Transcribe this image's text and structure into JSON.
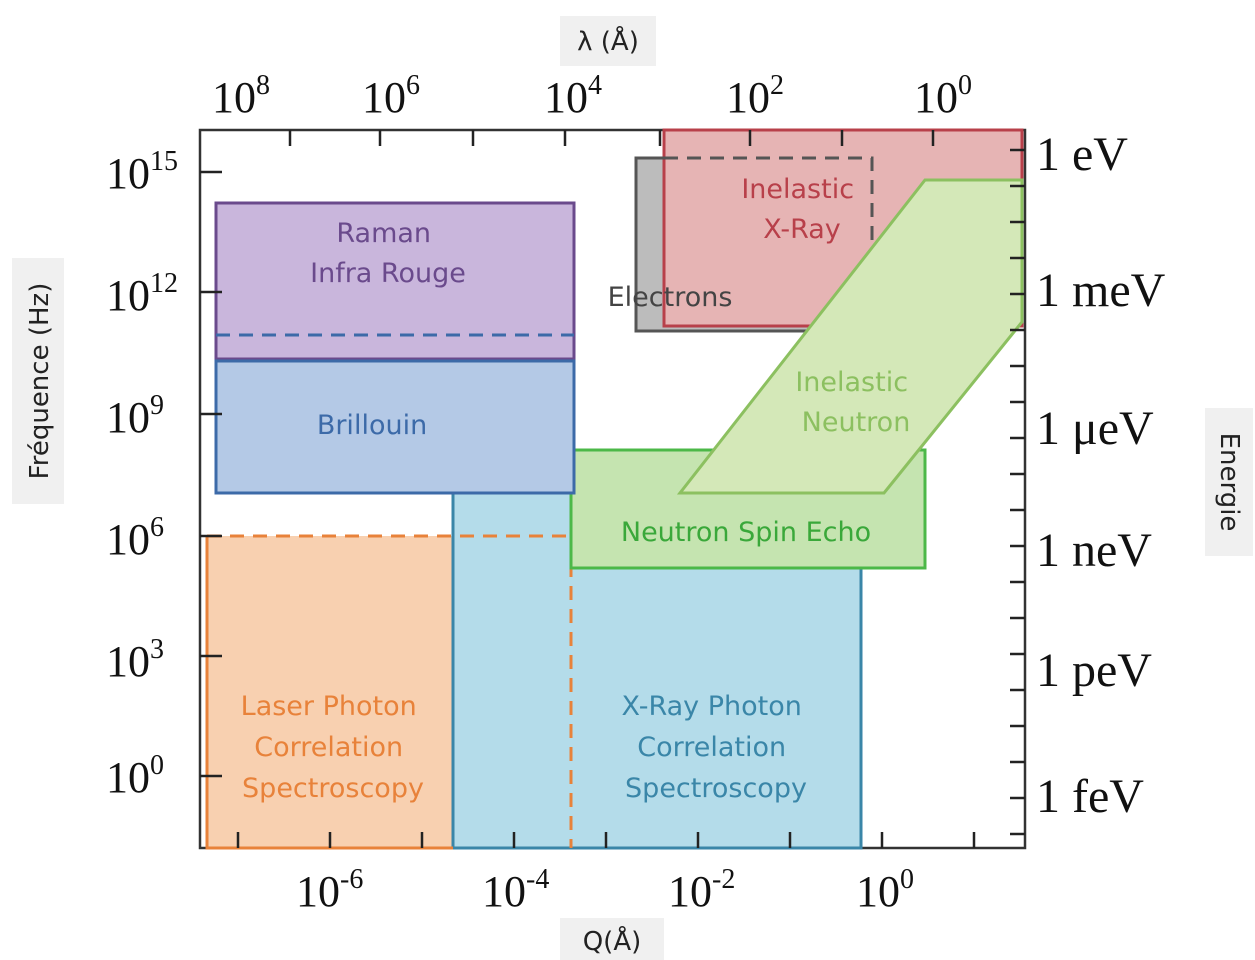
{
  "axes": {
    "top_title": "λ (Å)",
    "bottom_title": "Q(Å)",
    "left_title": "Fréquence (Hz)",
    "right_title": "Energie",
    "top_ticks": [
      {
        "base": "10",
        "exp": "8"
      },
      {
        "base": "10",
        "exp": "6"
      },
      {
        "base": "10",
        "exp": "4"
      },
      {
        "base": "10",
        "exp": "2"
      },
      {
        "base": "10",
        "exp": "0"
      }
    ],
    "bottom_ticks": [
      {
        "base": "10",
        "exp": "-6"
      },
      {
        "base": "10",
        "exp": "-4"
      },
      {
        "base": "10",
        "exp": "-2"
      },
      {
        "base": "10",
        "exp": "0"
      }
    ],
    "left_ticks": [
      {
        "base": "10",
        "exp": "15"
      },
      {
        "base": "10",
        "exp": "12"
      },
      {
        "base": "10",
        "exp": "9"
      },
      {
        "base": "10",
        "exp": "6"
      },
      {
        "base": "10",
        "exp": "3"
      },
      {
        "base": "10",
        "exp": "0"
      }
    ],
    "right_ticks": [
      "1 eV",
      "1 meV",
      "1 μeV",
      "1 neV",
      "1 peV",
      "1 feV"
    ]
  },
  "regions": {
    "raman": {
      "lines": [
        "Raman",
        "Infra Rouge"
      ],
      "fill": "#c9b6dc",
      "stroke": "#6a4a8c",
      "text": "#6a4a8c"
    },
    "brillouin": {
      "lines": [
        "Brillouin"
      ],
      "fill": "#b4c9e6",
      "stroke": "#3c6aa8",
      "text": "#3c6aa8"
    },
    "lpcs": {
      "lines": [
        "Laser Photon",
        "Correlation",
        "Spectroscopy"
      ],
      "fill": "#f8d0b0",
      "stroke": "#e8823a",
      "text": "#e8823a"
    },
    "xpcs": {
      "lines": [
        "X-Ray Photon",
        "Correlation",
        "Spectroscopy"
      ],
      "fill": "#b4dcea",
      "stroke": "#3a86a8",
      "text": "#3a86a8"
    },
    "nse": {
      "lines": [
        "Neutron Spin Echo"
      ],
      "fill": "#c5e4b0",
      "stroke": "#4cb848",
      "text": "#3aa83a"
    },
    "electrons": {
      "lines": [
        "Electrons"
      ],
      "fill": "#bcbcbc",
      "stroke": "#555555",
      "text": "#444444"
    },
    "inelastic_xray": {
      "lines": [
        "Inelastic",
        "X-Ray"
      ],
      "fill": "#e6b4b4",
      "stroke": "#b8404a",
      "text": "#b8404a"
    },
    "inelastic_neutron": {
      "lines": [
        "Inelastic",
        "Neutron"
      ],
      "fill": "#d4e8b8",
      "stroke": "#8cc060",
      "text": "#8cc060"
    }
  }
}
